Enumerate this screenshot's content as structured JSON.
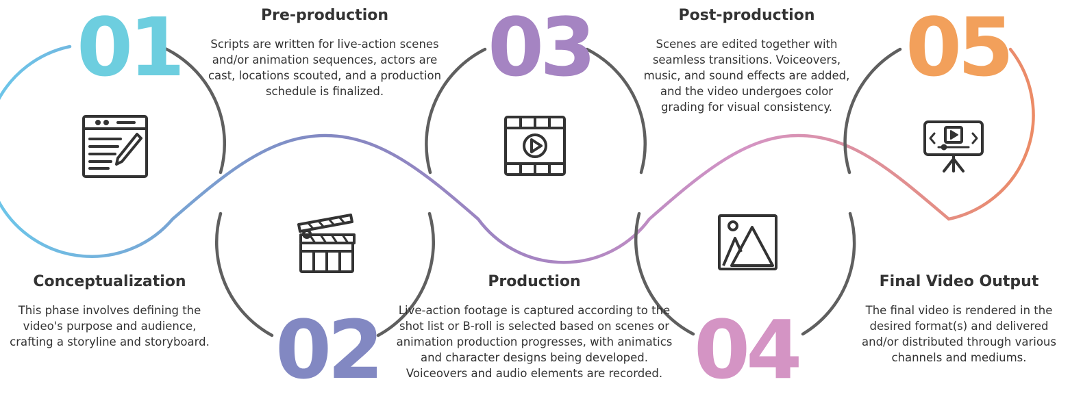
{
  "colors": {
    "step1": "#6DCEDF",
    "step2": "#8288C2",
    "step3": "#A584C2",
    "step4": "#D494C4",
    "step5": "#F2A05B",
    "outline": "#5F5F5F",
    "icon": "#333333",
    "text": "#333333"
  },
  "steps": [
    {
      "number": "01",
      "title": "Conceptualization",
      "description": "This phase involves defining the video's purpose and audience, crafting a storyline and storyboard.",
      "icon": "storyboard-writing-icon"
    },
    {
      "number": "02",
      "title": "Pre-production",
      "description": "Scripts are written for live-action scenes and/or animation sequences, actors are cast, locations scouted, and a production schedule is finalized.",
      "icon": "clapperboard-icon"
    },
    {
      "number": "03",
      "title": "Production",
      "description": "Live-action footage is captured according to the shot list or B-roll is selected based on scenes or animation production progresses, with animatics and character designs being developed. Voiceovers and audio elements are recorded.",
      "icon": "film-play-icon"
    },
    {
      "number": "04",
      "title": "Post-production",
      "description": "Scenes are edited together with seamless transitions. Voiceovers, music, and sound effects are added, and the video undergoes color grading for visual consistency.",
      "icon": "image-icon"
    },
    {
      "number": "05",
      "title": "Final Video Output",
      "description": "The final video is rendered in the desired format(s) and delivered and/or distributed through various channels and mediums.",
      "icon": "presentation-screen-icon"
    }
  ]
}
